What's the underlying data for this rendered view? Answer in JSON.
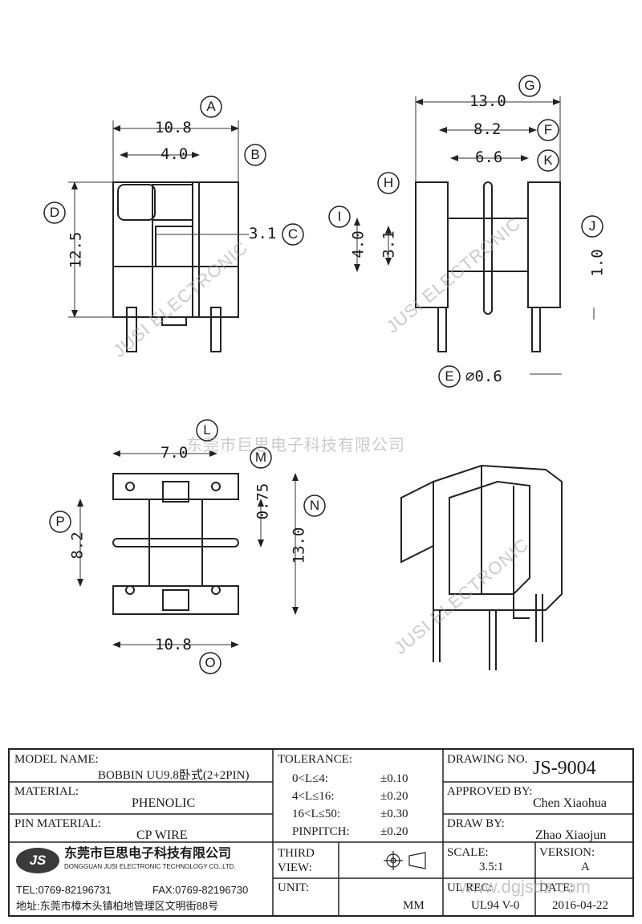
{
  "views": {
    "front": {
      "dim_a": "10.8",
      "dim_b": "4.0",
      "dim_c": "3.1",
      "dim_d": "12.5",
      "tag_a": "A",
      "tag_b": "B",
      "tag_c": "C",
      "tag_d": "D"
    },
    "side": {
      "dim_g": "13.0",
      "dim_f": "8.2",
      "dim_k": "6.6",
      "dim_h": "4.0",
      "dim_i": "3.1",
      "dim_j": "1.0",
      "dim_e": "⌀0.6",
      "tag_g": "G",
      "tag_f": "F",
      "tag_k": "K",
      "tag_h": "H",
      "tag_i": "I",
      "tag_j": "J",
      "tag_e": "E"
    },
    "bottom": {
      "dim_l": "7.0",
      "dim_m": "0.75",
      "dim_n": "13.0",
      "dim_p": "8.2",
      "dim_o": "10.8",
      "tag_l": "L",
      "tag_m": "M",
      "tag_n": "N",
      "tag_p": "P",
      "tag_o": "O"
    }
  },
  "watermarks": {
    "company_cn": "东莞市巨思电子科技有限公司",
    "brand_en": "JUSI ELECTRONIC",
    "site": "www.dgjsdz.com"
  },
  "title_block": {
    "model_label": "MODEL NAME:",
    "model_value": "BOBBIN UU9.8卧式(2+2PIN)",
    "material_label": "MATERIAL:",
    "material_value": "PHENOLIC",
    "pin_material_label": "PIN MATERIAL:",
    "pin_material_value": "CP WIRE",
    "tolerance_label": "TOLERANCE:",
    "tolerances": [
      {
        "range": "0<L≤4:",
        "value": "±0.10"
      },
      {
        "range": "4<L≤16:",
        "value": "±0.20"
      },
      {
        "range": "16<L≤50:",
        "value": "±0.30"
      },
      {
        "range": "PINPITCH:",
        "value": "±0.20"
      }
    ],
    "drawing_no_label": "DRAWING NO.",
    "drawing_no": "JS-9004",
    "approved_label": "APPROVED BY:",
    "approved_by": "Chen Xiaohua",
    "draw_label": "DRAW BY:",
    "draw_by": "Zhao Xiaojun",
    "third_view_label": "THIRD VIEW:",
    "unit_label": "UNIT:",
    "unit_value": "MM",
    "scale_label": "SCALE:",
    "scale_value": "3.5:1",
    "version_label": "VERSION:",
    "version_value": "A",
    "ul_label": "UL REC:",
    "ul_value": "UL94 V-0",
    "date_label": "DATE:",
    "date_value": "2016-04-22",
    "company_logo": "JS",
    "company_cn": "东莞市巨思电子科技有限公司",
    "company_en": "DONGGUAN JUSI ELECTRONIC TECHNOLOGY CO.,LTD.",
    "tel": "TEL:0769-82196731",
    "fax": "FAX:0769-82196730",
    "address": "地址:东莞市樟木头镇柏地管理区文明街88号"
  }
}
